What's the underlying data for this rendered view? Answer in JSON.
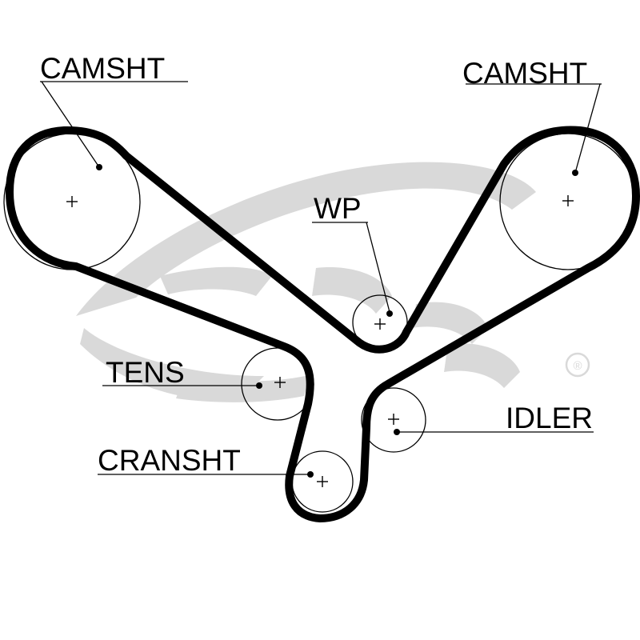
{
  "labels": {
    "camshaft_left": "CAMSHT",
    "camshaft_right": "CAMSHT",
    "water_pump": "WP",
    "tensioner": "TENS",
    "crankshaft": "CRANSHT",
    "idler": "IDLER"
  },
  "colors": {
    "belt": "#000000",
    "watermark": "#d9d9d9",
    "background": "#ffffff"
  },
  "watermark_icon": "gates-logo-watermark",
  "registered_mark": "®"
}
